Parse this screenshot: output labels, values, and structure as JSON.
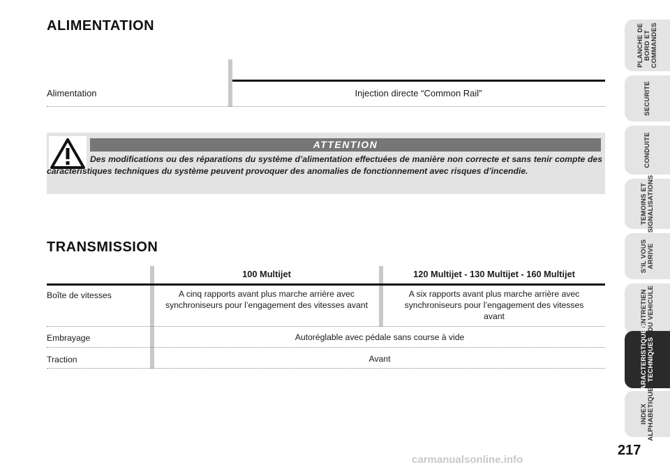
{
  "section1": {
    "title": "ALIMENTATION",
    "row_label": "Alimentation",
    "row_value": "Injection directe “Common Rail”"
  },
  "attention": {
    "title": "ATTENTION",
    "icon": "warning-triangle-icon",
    "text": "Des modifications ou des réparations du système d’alimentation effectuées de manière non correcte et sans tenir compte des caractéristiques techniques du système peuvent provoquer des anomalies de fonctionnement avec risques d’incendie."
  },
  "section2": {
    "title": "TRANSMISSION",
    "col_headers": [
      "100 Multijet",
      "120 Multijet - 130 Multijet  - 160 Multijet"
    ],
    "rows": [
      {
        "label": "Boîte de vitesses",
        "col1": "A cinq rapports avant plus marche arrière avec synchroniseurs pour l’engagement des vitesses avant",
        "col2": "A six rapports avant plus marche arrière avec synchroniseurs pour l’engagement des vitesses avant"
      },
      {
        "label": "Embrayage",
        "value": "Autoréglable avec pédale sans course à vide"
      },
      {
        "label": "Traction",
        "value": "Avant"
      }
    ]
  },
  "tabs": [
    {
      "label": "PLANCHE DE\nBORD ET\nCOMMANDES",
      "active": false
    },
    {
      "label": "SECURITE",
      "active": false
    },
    {
      "label": "CONDUITE",
      "active": false
    },
    {
      "label": "TEMOINS ET\nSIGNALISATIONS",
      "active": false
    },
    {
      "label": "S’IL VOUS\nARRIVE",
      "active": false
    },
    {
      "label": "ENTRETIEN\nDU VEHICULE",
      "active": false
    },
    {
      "label": "CARACTERISTIQUES\nTECHNIQUES",
      "active": true
    },
    {
      "label": "INDEX\nALPHABETIQUE",
      "active": false
    }
  ],
  "page_number": "217",
  "watermark": "carmanualsonline.info"
}
